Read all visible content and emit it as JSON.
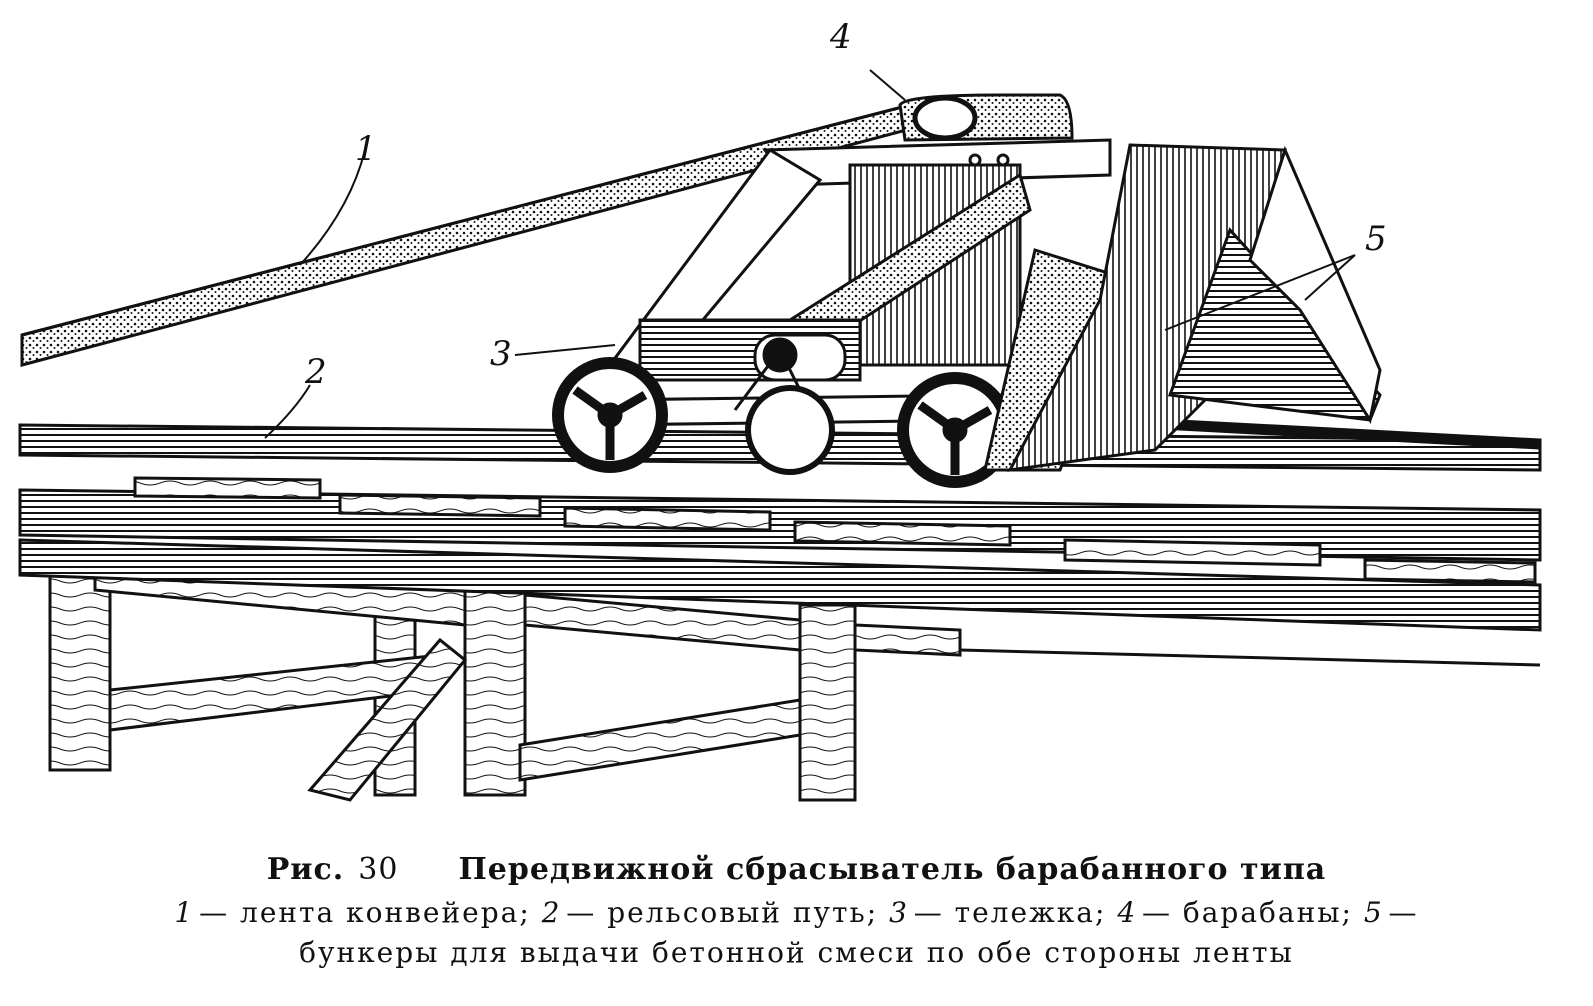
{
  "labels": {
    "belt": "1",
    "rail": "2",
    "cart": "3",
    "drums": "4",
    "hoppers": "5"
  },
  "caption": {
    "prefix": "Рис.",
    "number": "30",
    "title": "Передвижной сбрасыватель барабанного типа",
    "legend": [
      {
        "key": "1",
        "text": "— лента конвейера;"
      },
      {
        "key": "2",
        "text": "— рельсовый путь;"
      },
      {
        "key": "3",
        "text": "— тележка;"
      },
      {
        "key": "4",
        "text": "— барабаны;"
      },
      {
        "key": "5",
        "text": "—"
      }
    ],
    "legend_cont": "бункеры для выдачи бетонной смеси по обе стороны ленты"
  }
}
